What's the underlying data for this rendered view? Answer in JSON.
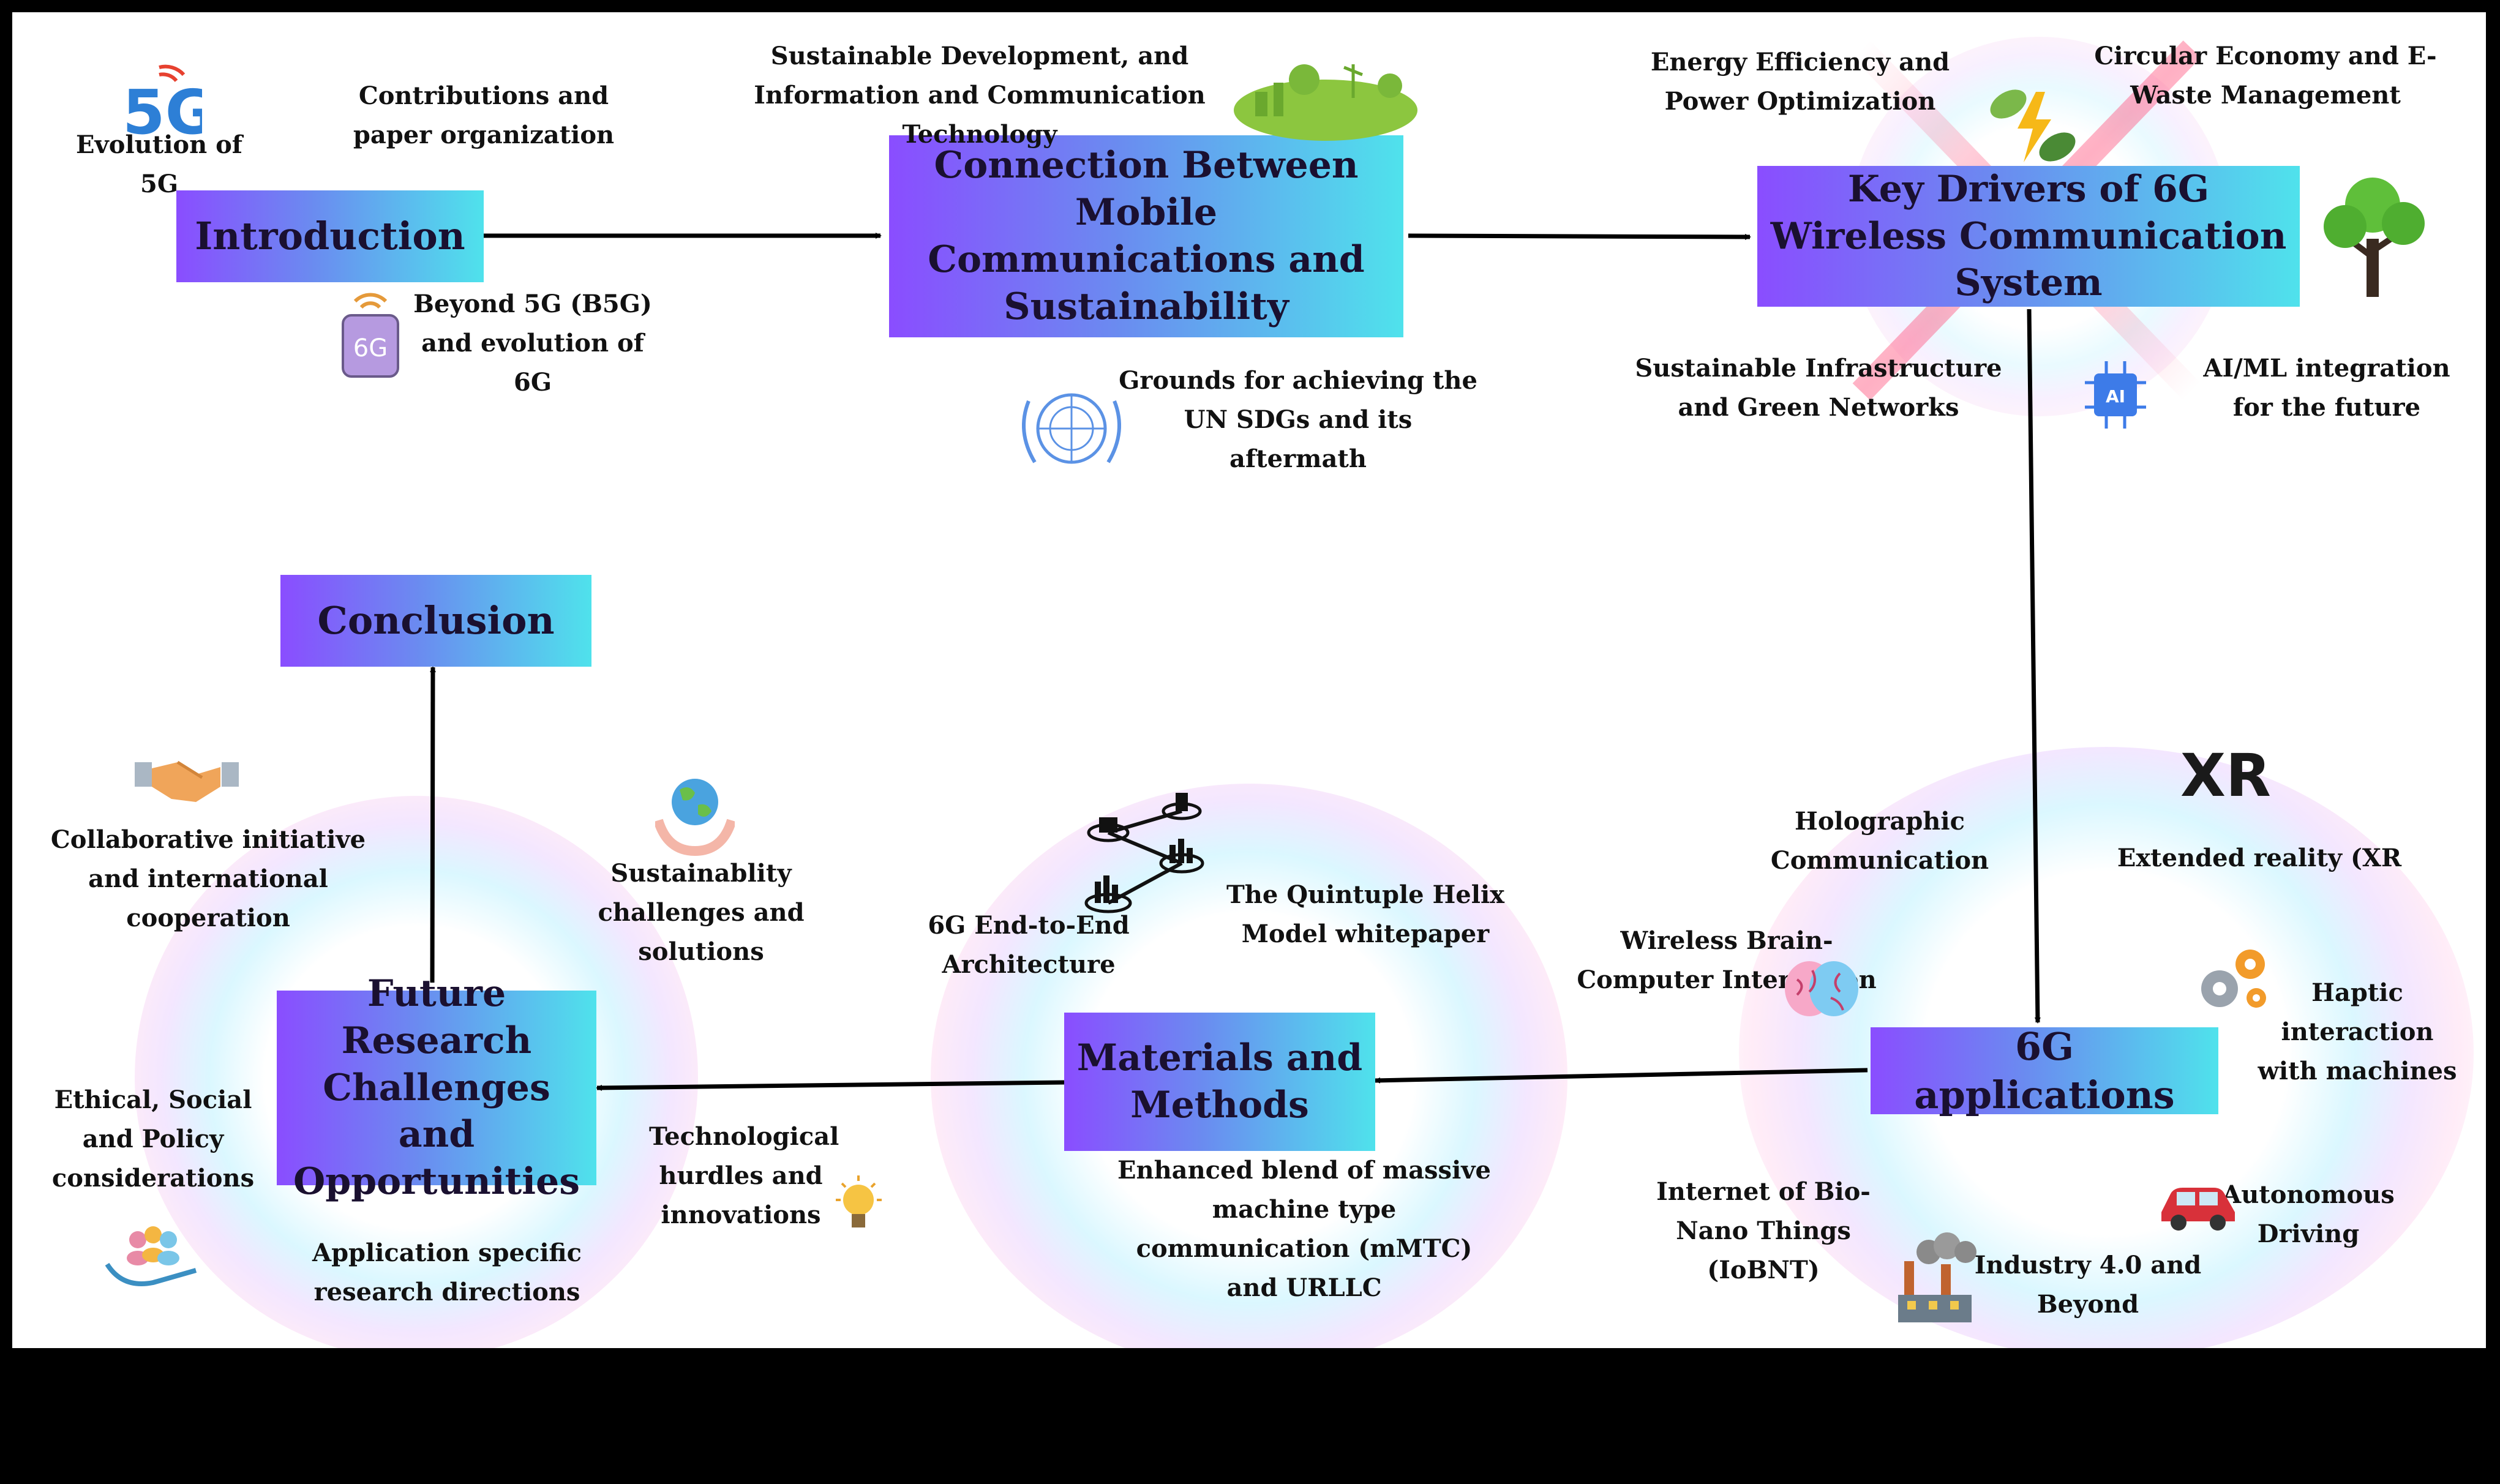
{
  "nodes": {
    "introduction": "Introduction",
    "connection": "Connection Between Mobile Communications and Sustainability",
    "key_drivers": "Key Drivers of 6G Wireless Communication System",
    "applications": "6G applications",
    "materials": "Materials and Methods",
    "future": "Future Research Challenges and Opportunities",
    "conclusion": "Conclusion"
  },
  "labels": {
    "evolution_5g": "Evolution of 5G",
    "contributions": "Contributions and paper organization",
    "beyond_5g": "Beyond 5G (B5G) and evolution of 6G",
    "sustainable_dev": "Sustainable Development, and Information and Communication Technology",
    "un_sdgs": "Grounds for achieving the UN SDGs and its aftermath",
    "energy": "Energy Efficiency and Power Optimization",
    "circular": "Circular Economy and E-Waste Management",
    "infrastructure": "Sustainable Infrastructure and Green Networks",
    "ai_ml": "AI/ML integration for the future",
    "holographic": "Holographic Communication",
    "xr": "Extended reality (XR",
    "brain": "Wireless Brain-Computer Interaction",
    "haptic": "Haptic interaction with machines",
    "iobnt": "Internet of Bio-Nano Things (IoBNT)",
    "autonomous": "Autonomous Driving",
    "industry": "Industry 4.0 and Beyond",
    "e2e": "6G End-to-End Architecture",
    "helix": "The Quintuple Helix Model whitepaper",
    "mmtc": "Enhanced blend of massive machine type communication (mMTC) and URLLC",
    "tech_hurdles": "Technological hurdles and innovations",
    "sust_challenges": "Sustainablity challenges and solutions",
    "collaborative": "Collaborative initiative and international cooperation",
    "ethical": "Ethical, Social and Policy considerations",
    "app_specific": "Application specific research directions"
  },
  "icons": {
    "logo_5g": "5G",
    "logo_6g": "6G",
    "ai_chip": "AI",
    "xr_logo": "XR"
  },
  "colors": {
    "box_gradient_start": "#8a4dff",
    "box_gradient_end": "#4fe2ec",
    "arrow": "#000000"
  }
}
